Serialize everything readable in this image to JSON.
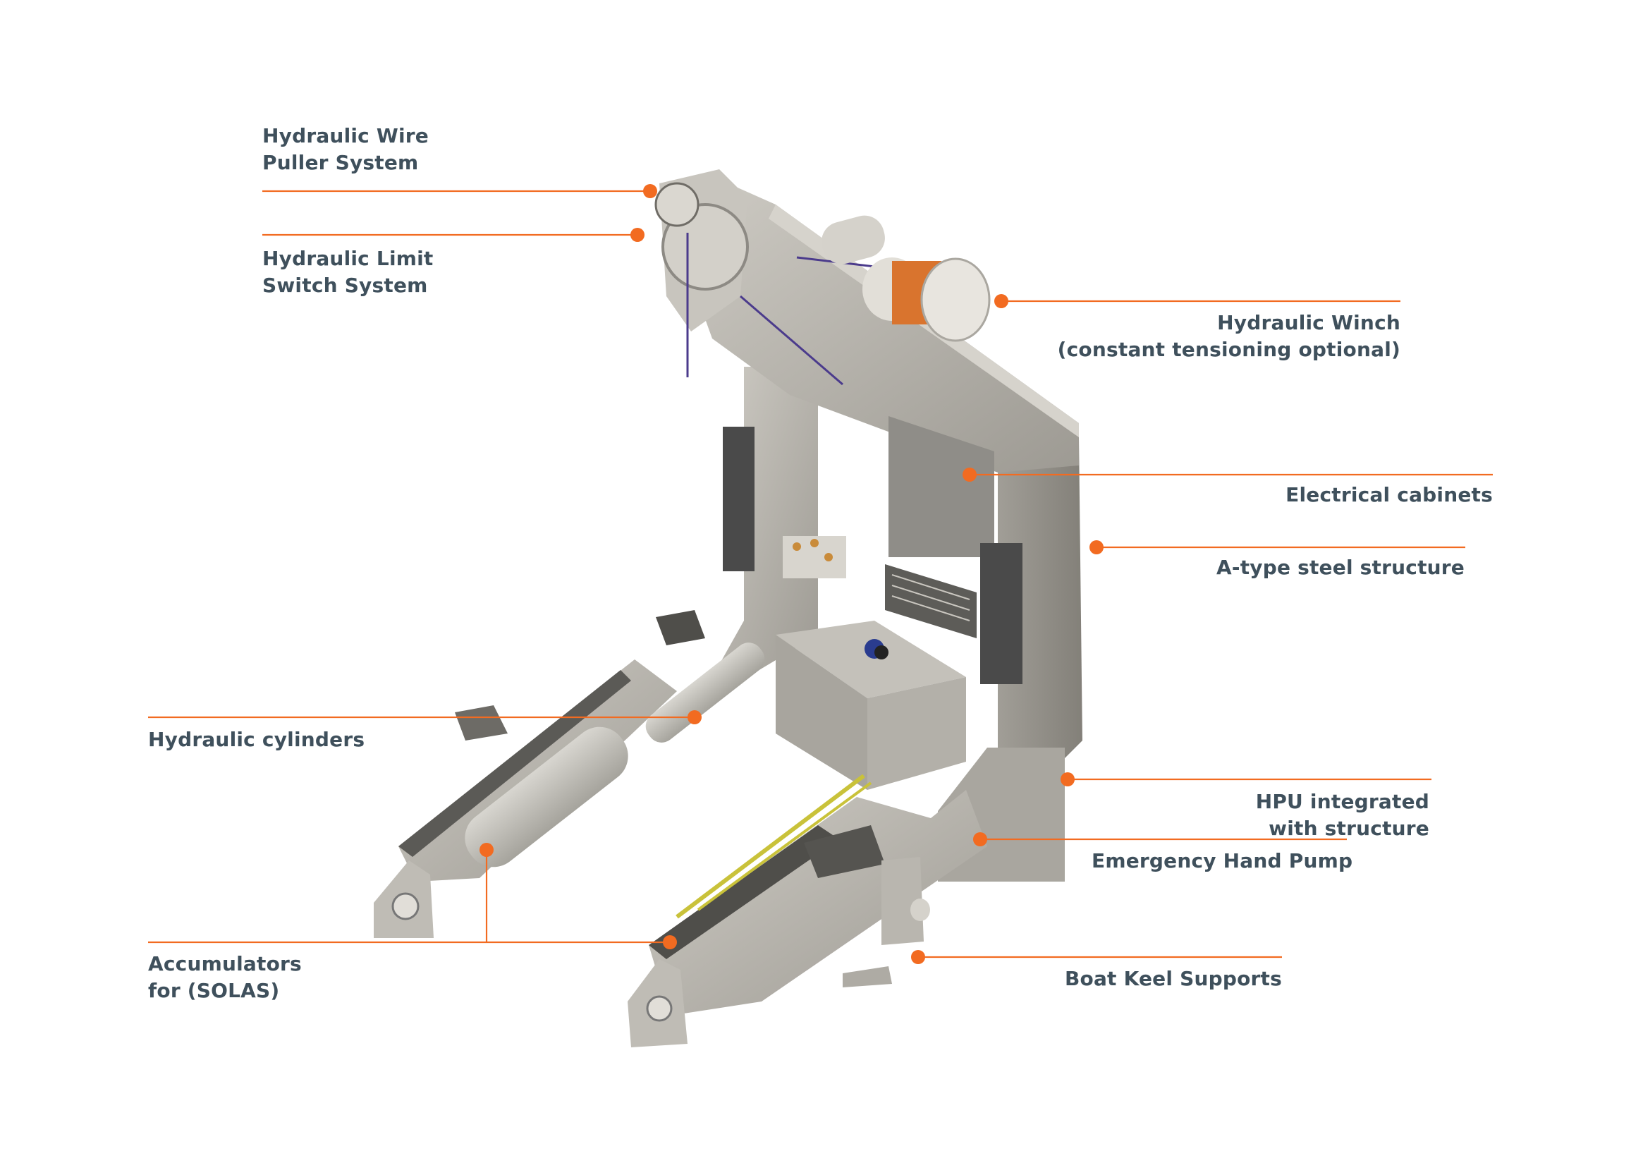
{
  "colors": {
    "accent": "#f26b21",
    "label_text": "#3f505c",
    "steel": "#a9a69f",
    "steel_light": "#c9c6bf",
    "steel_dark": "#7f7c76",
    "panel_dark": "#4a4a4a",
    "cable_yellow": "#c9c23a",
    "wire_purple": "#4b3b8c",
    "winch_orange": "#d9742e"
  },
  "labels": {
    "wire_puller": {
      "line1": "Hydraulic Wire",
      "line2": "Puller System"
    },
    "limit_switch": {
      "line1": "Hydraulic Limit",
      "line2": "Switch System"
    },
    "winch": {
      "line1": "Hydraulic Winch",
      "line2": "(constant tensioning optional)"
    },
    "electrical": {
      "line1": "Electrical cabinets"
    },
    "steel_structure": {
      "line1": "A-type steel structure"
    },
    "cylinders": {
      "line1": "Hydraulic cylinders"
    },
    "hpu": {
      "line1": "HPU integrated",
      "line2": "with structure"
    },
    "hand_pump": {
      "line1": "Emergency Hand Pump"
    },
    "accumulators": {
      "line1": "Accumulators",
      "line2": "for (SOLAS)"
    },
    "keel": {
      "line1": "Boat Keel Supports"
    }
  }
}
